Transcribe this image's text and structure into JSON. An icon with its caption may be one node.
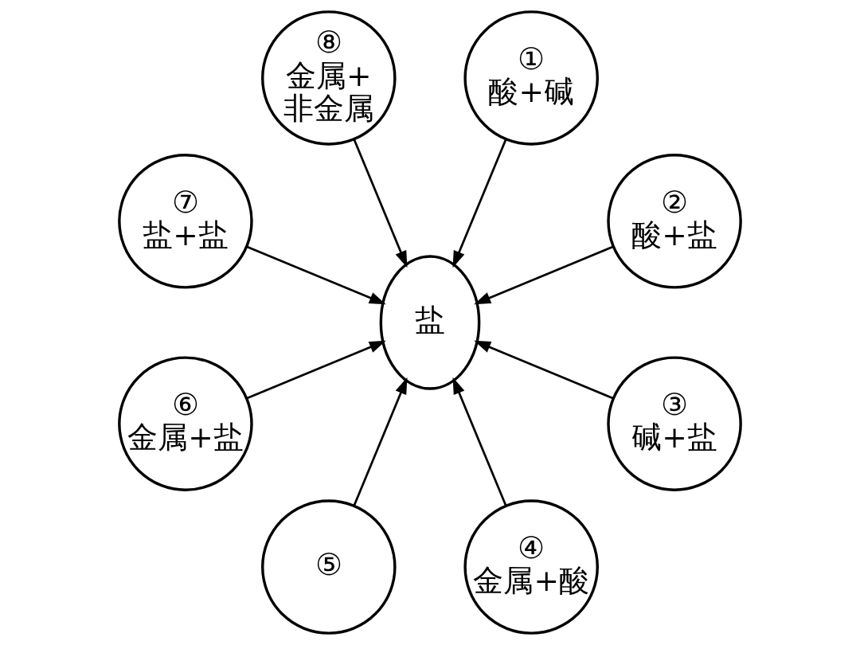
{
  "diagram": {
    "nodes": [
      {
        "text": [
          "①",
          "酸+碱"
        ]
      },
      {
        "text": [
          "⑧",
          "金属+非金属"
        ]
      },
      {
        "text": [
          "②",
          "酸+盐"
        ]
      },
      {
        "text": [
          "⑦",
          "盐+盐"
        ]
      },
      {
        "text": [
          "盐"
        ]
      },
      {
        "text": [
          "③",
          "碱+盐"
        ]
      },
      {
        "text": [
          "⑥",
          "金属+盐"
        ]
      },
      {
        "text": [
          "④",
          "金属+酸"
        ]
      },
      {
        "text": [
          "⑤"
        ]
      }
    ],
    "edges": [
      {
        "from": 2,
        "to": 4,
        "arrow": "to"
      },
      {
        "from": 0,
        "to": 4,
        "arrow": "to"
      },
      {
        "from": 1,
        "to": 4,
        "arrow": "to"
      },
      {
        "from": 3,
        "to": 4,
        "arrow": "to"
      },
      {
        "from": 6,
        "to": 4,
        "arrow": "to"
      },
      {
        "from": 8,
        "to": 4,
        "arrow": "to"
      },
      {
        "from": 7,
        "to": 4,
        "arrow": "to"
      },
      {
        "from": 5,
        "to": 4,
        "arrow": "to"
      }
    ]
  }
}
